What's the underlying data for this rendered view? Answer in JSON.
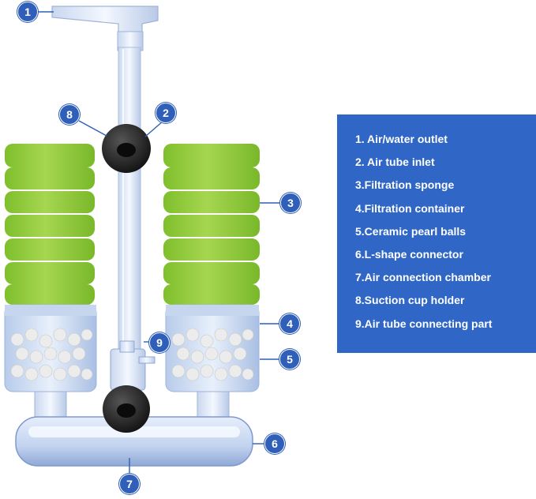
{
  "callouts": [
    {
      "num": "1"
    },
    {
      "num": "2"
    },
    {
      "num": "3"
    },
    {
      "num": "4"
    },
    {
      "num": "5"
    },
    {
      "num": "6"
    },
    {
      "num": "7"
    },
    {
      "num": "8"
    },
    {
      "num": "9"
    }
  ],
  "legend": {
    "items": [
      "1. Air/water outlet",
      "2. Air tube inlet",
      "3.Filtration sponge",
      "4.Filtration container",
      "5.Ceramic pearl balls",
      "6.L-shape connector",
      "7.Air connection chamber",
      "8.Suction cup holder",
      "9.Air tube connecting part"
    ]
  },
  "colors": {
    "legend_bg": "#3067c6",
    "badge": "#2f5fb8",
    "sponge": "#8dc63f",
    "container": "#cfe0f5",
    "suction_cup": "#1c1c1c"
  }
}
